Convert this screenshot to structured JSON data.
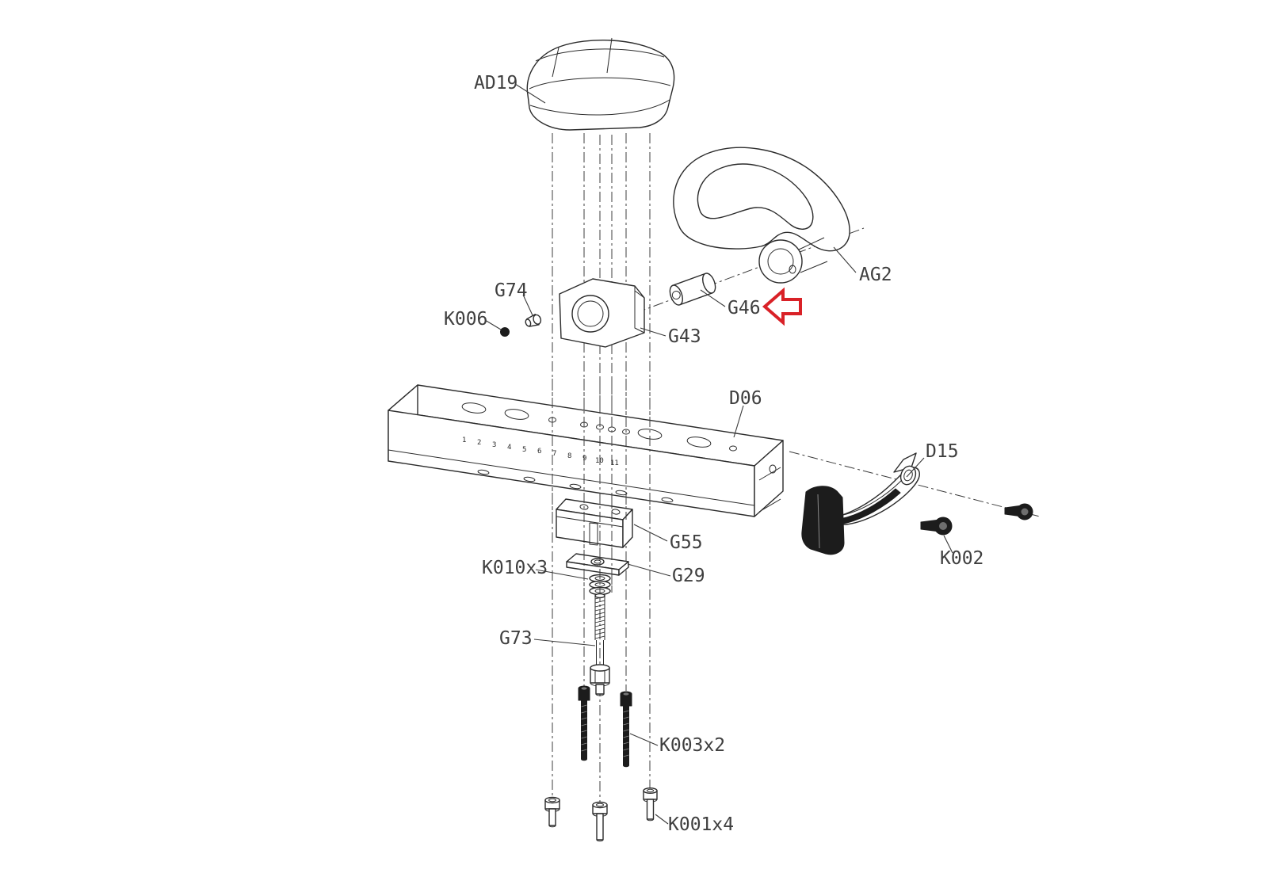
{
  "diagram": {
    "background": "#ffffff",
    "line_color": "#2b2b2b",
    "label_color": "#3f3f3f",
    "highlight_arrow_color": "#d92127",
    "highlighted_part": "G46",
    "labels": {
      "ad19": "AD19",
      "ag2": "AG2",
      "g74": "G74",
      "k006": "K006",
      "g43": "G43",
      "g46": "G46",
      "d06": "D06",
      "d15": "D15",
      "k002": "K002",
      "g55": "G55",
      "g29": "G29",
      "k010": "K010x3",
      "g73": "G73",
      "k003": "K003x2",
      "k001": "K001x4"
    },
    "scale_numbers": [
      "1",
      "2",
      "3",
      "4",
      "5",
      "6",
      "7",
      "8",
      "9",
      "10",
      "11"
    ]
  }
}
